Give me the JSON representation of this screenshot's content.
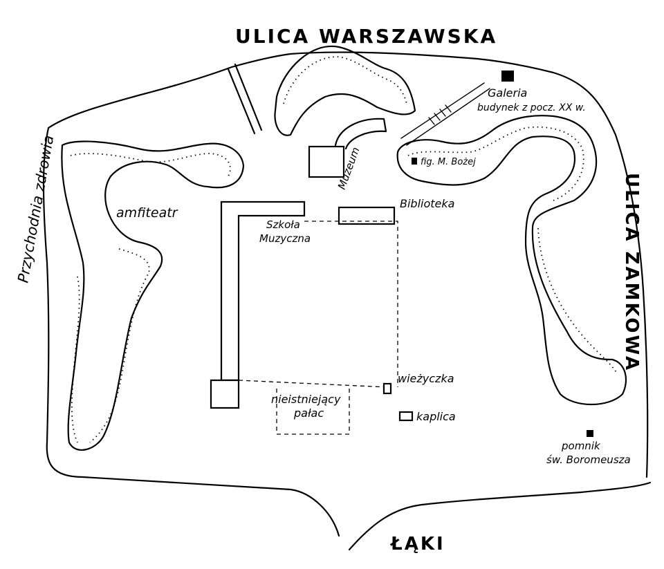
{
  "streets": {
    "north": "ULICA WARSZAWSKA",
    "east": "ULICA ZAMKOWA",
    "south": "ŁĄKI",
    "west": "Przychodnia zdrowia"
  },
  "places": {
    "amfiteatr": "amfiteatr",
    "muzeum": "Muzeum",
    "galeria": "Galeria",
    "galeria_note": "budynek z pocz. XX w.",
    "figura": "fig. M. Bożej",
    "biblioteka": "Biblioteka",
    "szkola_1": "Szkoła",
    "szkola_2": "Muzyczna",
    "wiezyczka": "wieżyczka",
    "kaplica": "kaplica",
    "palac_1": "nieistniejący",
    "palac_2": "pałac",
    "pomnik_1": "pomnik",
    "pomnik_2": "św. Boromeusza"
  },
  "icons": [
    "square-marker-icon"
  ]
}
